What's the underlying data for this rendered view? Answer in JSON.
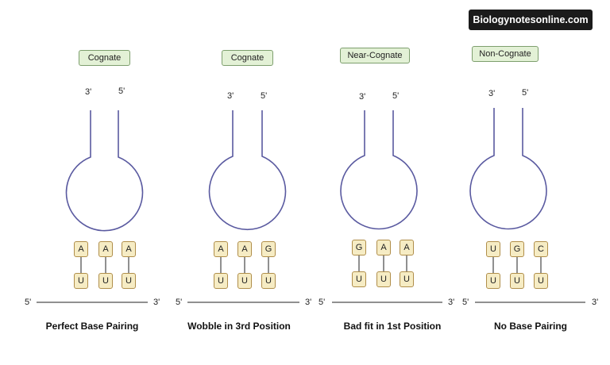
{
  "watermark": "Biologynotesonline.com",
  "panels": [
    {
      "tag": "Cognate",
      "trna_end_left": "3'",
      "trna_end_right": "5'",
      "anticodon": [
        "A",
        "A",
        "A"
      ],
      "codon": [
        "U",
        "U",
        "U"
      ],
      "mrna_left": "5'",
      "mrna_right": "3'",
      "caption": "Perfect Base Pairing"
    },
    {
      "tag": "Cognate",
      "trna_end_left": "3'",
      "trna_end_right": "5'",
      "anticodon": [
        "A",
        "A",
        "G"
      ],
      "codon": [
        "U",
        "U",
        "U"
      ],
      "mrna_left": "5'",
      "mrna_right": "3'",
      "caption": "Wobble in 3rd Position"
    },
    {
      "tag": "Near-Cognate",
      "trna_end_left": "3'",
      "trna_end_right": "5'",
      "anticodon": [
        "G",
        "A",
        "A"
      ],
      "codon": [
        "U",
        "U",
        "U"
      ],
      "mrna_left": "5'",
      "mrna_right": "3'",
      "caption": "Bad fit in 1st Position"
    },
    {
      "tag": "Non-Cognate",
      "trna_end_left": "3'",
      "trna_end_right": "5'",
      "anticodon": [
        "U",
        "G",
        "C"
      ],
      "codon": [
        "U",
        "U",
        "U"
      ],
      "mrna_left": "5'",
      "mrna_right": "3'",
      "caption": "No Base Pairing"
    }
  ],
  "colors": {
    "trna": "#5a5aa0",
    "tag_fill": "#e3f1d6",
    "tag_border": "#7e9f6e",
    "base_fill": "#f6ecc4",
    "base_border": "#b08e4a",
    "watermark_bg": "#1b1b1b"
  }
}
